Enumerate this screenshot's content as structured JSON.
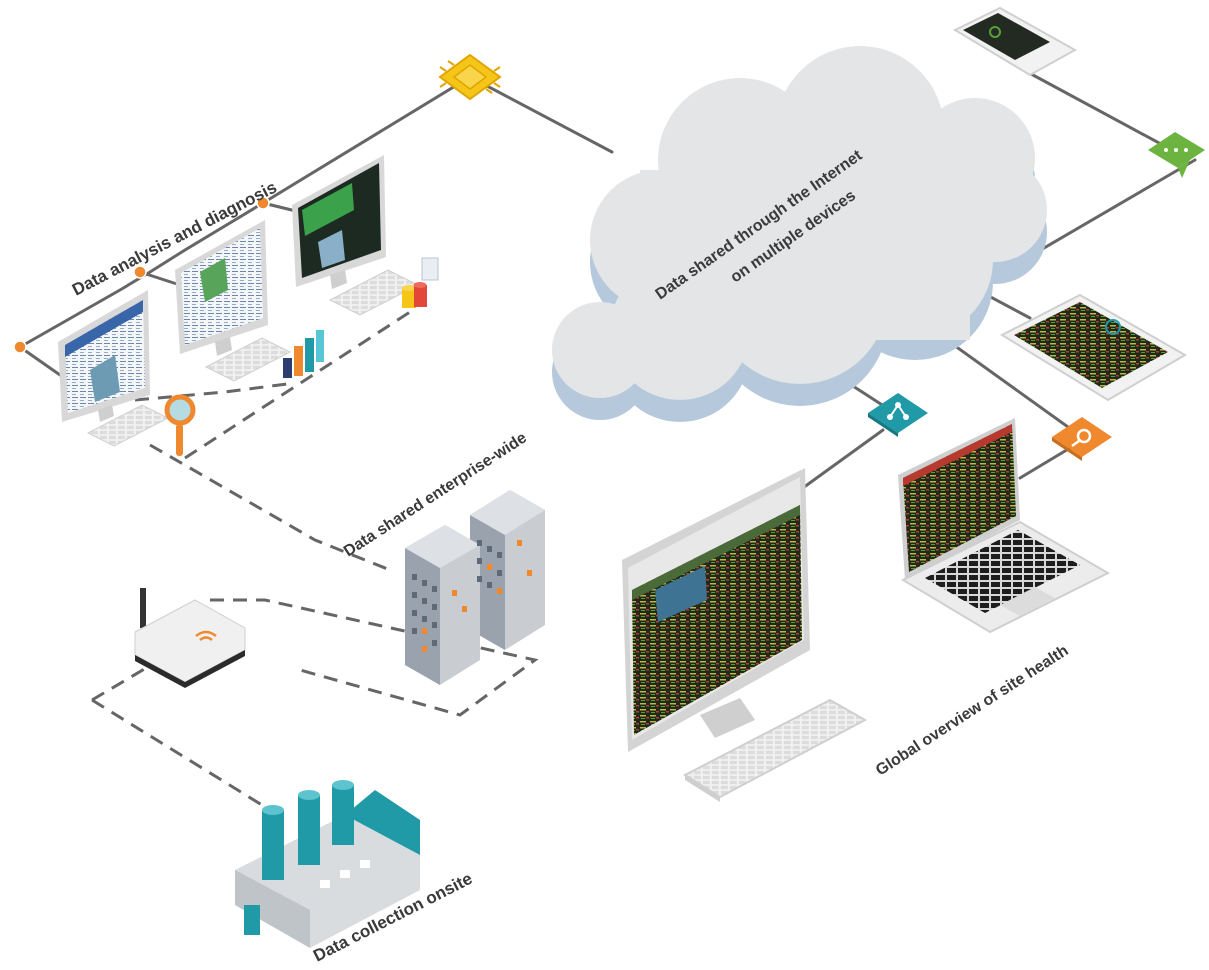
{
  "labels": {
    "analysis": "Data analysis and diagnosis",
    "cloud_line1": "Data shared through the Internet",
    "cloud_line2": "on multiple devices",
    "enterprise": "Data shared enterprise-wide",
    "global": "Global overview of site health",
    "collection": "Data collection onsite"
  },
  "icons": [
    "chip-icon",
    "chat-icon",
    "share-icon",
    "search-icon",
    "magnifier-icon",
    "router-icon",
    "factory-icon",
    "buildings-icon",
    "cloud-icon"
  ],
  "colors": {
    "cloud_top": "#e2e4e6",
    "cloud_side": "#b6c9dc",
    "teal": "#1f9aa6",
    "orange": "#f0892e",
    "green": "#6cb33f",
    "chip_yellow": "#f5c518",
    "line": "#666666",
    "dash": "#666666"
  }
}
